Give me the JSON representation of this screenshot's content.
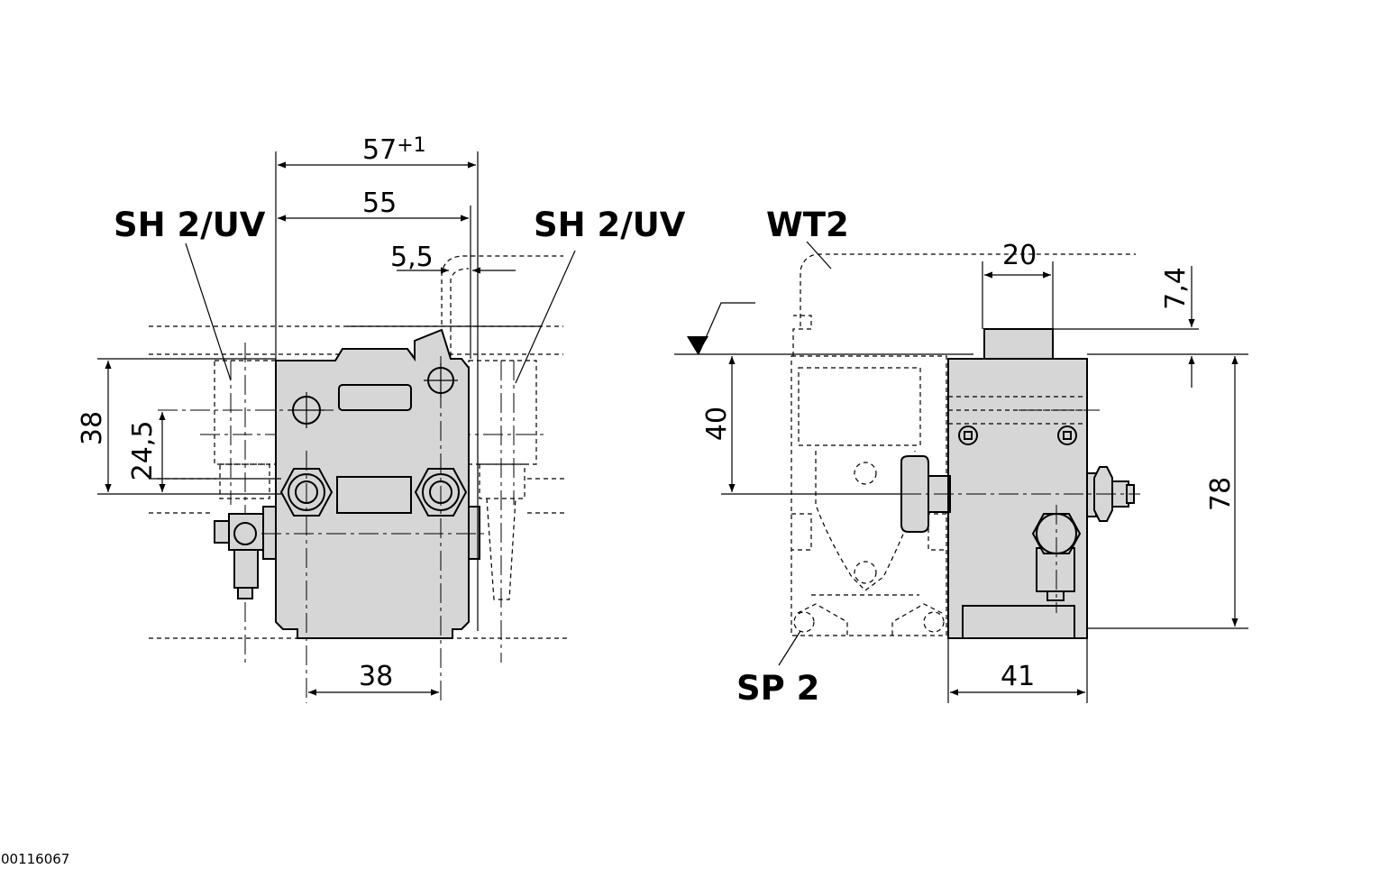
{
  "labels": {
    "left_top_left": "SH 2/UV",
    "left_top_right": "SH 2/UV",
    "right_top": "WT2",
    "right_bottom": "SP 2"
  },
  "dimensions": {
    "width_57": "57",
    "width_57_tol": "+1",
    "width_55": "55",
    "offset_5_5": "5,5",
    "height_38": "38",
    "height_24_5": "24,5",
    "bottom_38": "38",
    "width_20": "20",
    "height_7_4": "7,4",
    "height_40": "40",
    "height_78": "78",
    "bottom_41": "41"
  },
  "drawing_id": "00116067",
  "colors": {
    "body": "#d6d6d6",
    "line": "#000000",
    "background": "#ffffff"
  }
}
